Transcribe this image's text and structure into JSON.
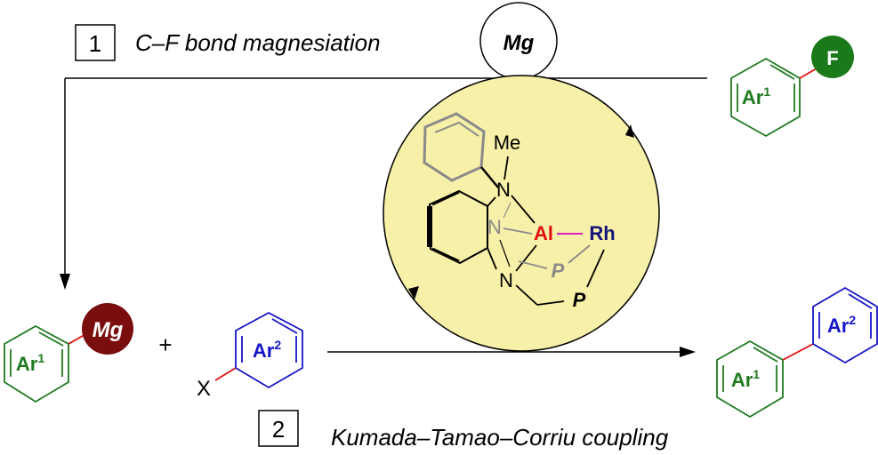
{
  "step1": {
    "number": "1",
    "label": "C–F bond magnesiation"
  },
  "step2": {
    "number": "2",
    "label": "Kumada–Tamao–Corriu coupling"
  },
  "mg_reagent": "Mg",
  "fluoro_arene": {
    "ring_label": "Ar",
    "ring_sup": "1",
    "substituent": "F"
  },
  "grignard": {
    "ring_label": "Ar",
    "ring_sup": "1",
    "metal": "Mg"
  },
  "plus": "+",
  "aryl_halide": {
    "ring_label": "Ar",
    "ring_sup": "2",
    "leaving_group": "X"
  },
  "product": {
    "ring1_label": "Ar",
    "ring1_sup": "1",
    "ring2_label": "Ar",
    "ring2_sup": "2"
  },
  "catalyst": {
    "methyl": "Me",
    "n1": "N",
    "n2": "N",
    "n3": "N",
    "al": "Al",
    "rh": "Rh",
    "p1": "P",
    "p2": "P"
  },
  "colors": {
    "ar1": "#1f7a1f",
    "ar2": "#1414c8",
    "fluorine_disc": "#1a7a1a",
    "magnesium_disc": "#7a0d0d",
    "catalyst_fill": "#f7f0a8",
    "aluminium": "#e11010",
    "rhodium": "#14147a",
    "al_rh_bond": "#e000c8",
    "bond_to_substituent": "#e01010"
  }
}
